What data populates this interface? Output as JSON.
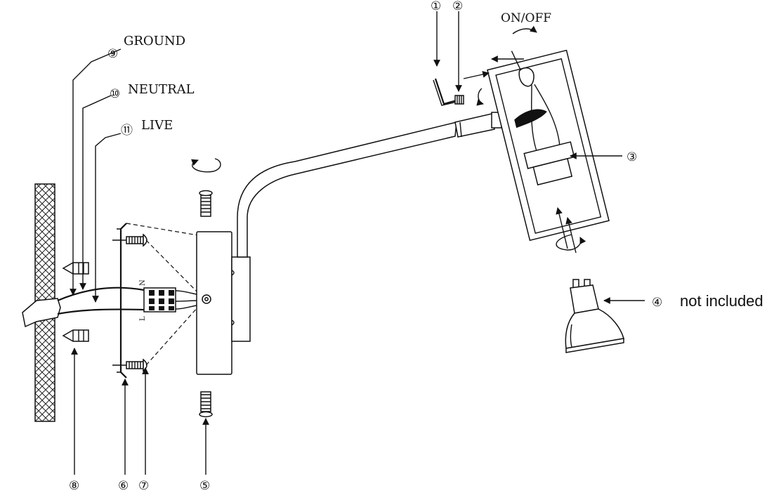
{
  "labels": {
    "ground": "GROUND",
    "neutral": "NEUTRAL",
    "live": "LIVE",
    "on_off": "ON/OFF",
    "not_included": "not included",
    "terminal_n": "N",
    "terminal_l": "L"
  },
  "callouts": {
    "c1": "①",
    "c2": "②",
    "c3": "③",
    "c4": "④",
    "c5": "⑤",
    "c6": "⑥",
    "c7": "⑦",
    "c8": "⑧",
    "c9": "⑨",
    "c10": "⑩",
    "c11": "⑪"
  }
}
